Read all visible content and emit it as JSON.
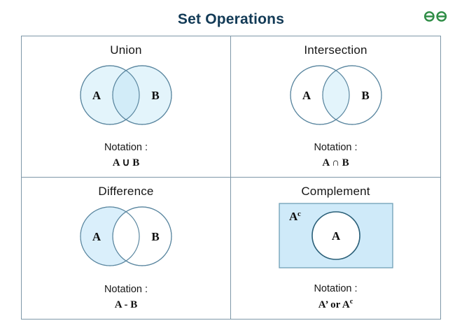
{
  "page": {
    "title": "Set Operations",
    "title_color": "#123a56",
    "background": "#ffffff",
    "frame_border_color": "#7e97a8"
  },
  "brand": {
    "name": "geeksforgeeks-logo",
    "color": "#2f8d46"
  },
  "style": {
    "shade_fill": "#d9eefb",
    "circle_fill_light": "#e3f4fb",
    "circle_stroke": "#5b87a0",
    "complement_rect_fill": "#cfeaf9",
    "complement_rect_stroke": "#6f9fb5",
    "complement_circle_stroke": "#2a5f78",
    "label_color": "#0d0d0d"
  },
  "panels": [
    {
      "id": "union",
      "title": "Union",
      "notation_label": "Notation :",
      "notation_value": "A ∪ B",
      "set_a_label": "A",
      "set_b_label": "B",
      "shaded_region": "both-circles"
    },
    {
      "id": "intersection",
      "title": "Intersection",
      "notation_label": "Notation :",
      "notation_value": "A ∩ B",
      "set_a_label": "A",
      "set_b_label": "B",
      "shaded_region": "overlap-only"
    },
    {
      "id": "difference",
      "title": "Difference",
      "notation_label": "Notation :",
      "notation_value": "A - B",
      "set_a_label": "A",
      "set_b_label": "B",
      "shaded_region": "a-minus-b"
    },
    {
      "id": "complement",
      "title": "Complement",
      "notation_label": "Notation :",
      "notation_value_main": "A’ or A",
      "notation_value_sup": "c",
      "set_a_label": "A",
      "complement_label_main": "A",
      "complement_label_sup": "c",
      "shaded_region": "universe-minus-a"
    }
  ]
}
